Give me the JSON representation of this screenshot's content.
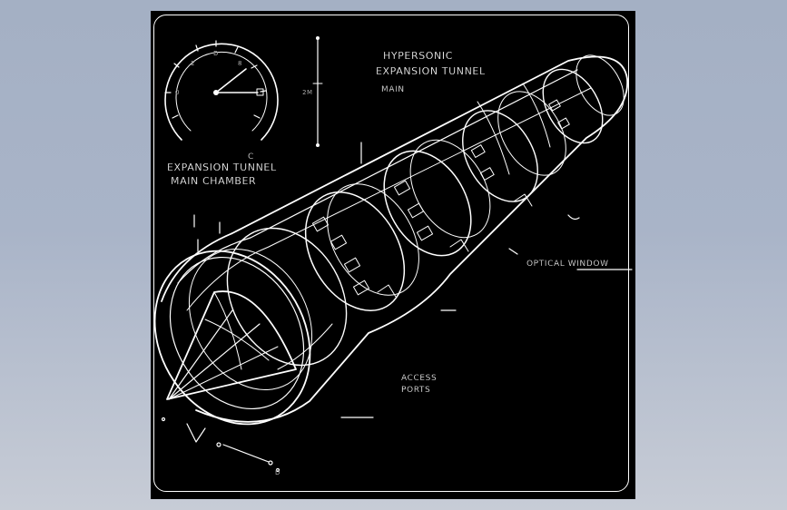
{
  "labels": {
    "tunnel_title_line1": "HYPERSONIC",
    "tunnel_title_line2": "EXPANSION TUNNEL",
    "tunnel_title_line3": "MAIN",
    "chamber_line1": "EXPANSION TUNNEL",
    "chamber_line2": "MAIN CHAMBER",
    "optical_window": "OPTICAL WINDOW",
    "access_line1": "ACCESS",
    "access_line2": "PORTS",
    "gauge_bottom": "C",
    "gauge_top": "D",
    "scale_mark": "2M",
    "pointer_end": "D"
  },
  "colors": {
    "background": "#a9b4c8",
    "viewport": "#000000",
    "lines": "#ffffff"
  }
}
